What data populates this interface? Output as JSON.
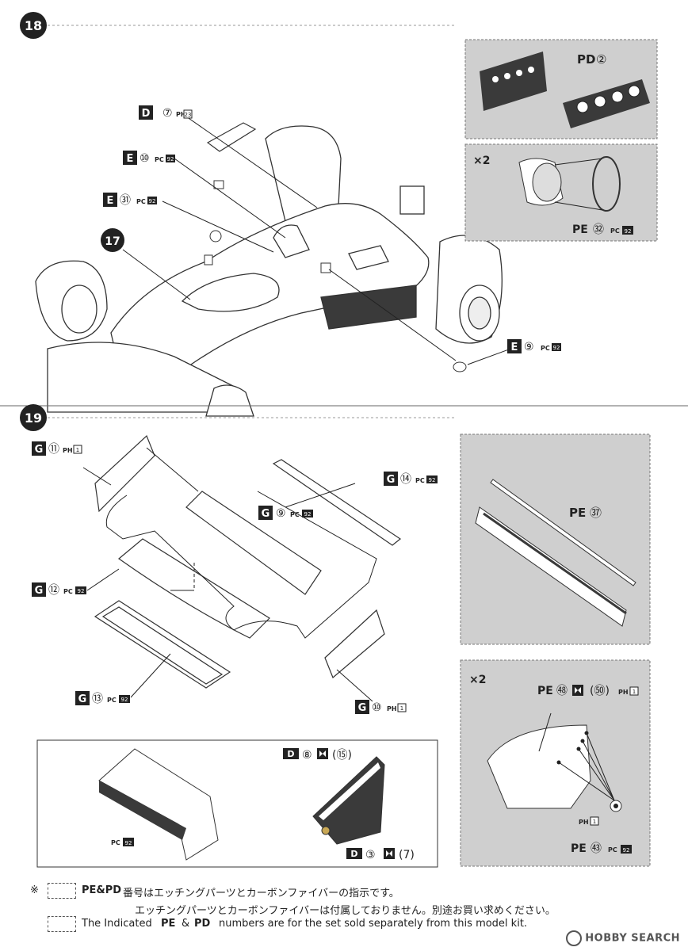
{
  "steps": [
    {
      "number": "18",
      "label_id": "step18"
    },
    {
      "number": "19",
      "label_id": "step19"
    }
  ],
  "step18": {
    "parts": {
      "d7": {
        "letter": "D",
        "num": "⑦",
        "tag": "PH",
        "box": "23"
      },
      "e10": {
        "letter": "E",
        "num": "⑩",
        "tag": "PC",
        "box": "92"
      },
      "e31": {
        "letter": "E",
        "num": "㉛",
        "tag": "PC",
        "box": "92"
      },
      "e9": {
        "letter": "E",
        "num": "⑨",
        "tag": "PC",
        "box": "92"
      },
      "sub17": "17"
    },
    "inset_top": {
      "part": "PD",
      "num": "②"
    },
    "inset_bottom": {
      "mult": "×2",
      "part": "PE",
      "num": "㉜",
      "tag": "PC",
      "box": "92"
    }
  },
  "step19": {
    "parts": {
      "g11": {
        "letter": "G",
        "num": "⑪",
        "tag": "PH",
        "box": "1"
      },
      "g14": {
        "letter": "G",
        "num": "⑭",
        "tag": "PC",
        "box": "92"
      },
      "g9": {
        "letter": "G",
        "num": "⑨",
        "tag": "PC",
        "box": "92"
      },
      "g12": {
        "letter": "G",
        "num": "⑫",
        "tag": "PC",
        "box": "92"
      },
      "g13": {
        "letter": "G",
        "num": "⑬",
        "tag": "PC",
        "box": "92"
      },
      "g10": {
        "letter": "G",
        "num": "⑩",
        "tag": "PH",
        "box": "1"
      }
    },
    "inset_top": {
      "part": "PE",
      "num": "㊲"
    },
    "inset_bottom": {
      "mult": "×2",
      "part1": "PE",
      "num1": "㊽",
      "paren1": "(㊿)",
      "tag1": "PH",
      "box1": "1",
      "ph_label": "PH",
      "ph_box": "1",
      "part2": "PE",
      "num2": "㊸",
      "tag2": "PC",
      "box2": "92"
    },
    "finished": {
      "pc_tag": "PC",
      "pc_box": "92",
      "d8": {
        "letter": "D",
        "num": "⑧",
        "paren": "(⑮)"
      },
      "d3": {
        "letter": "D",
        "num": "③",
        "paren": "(7)"
      }
    }
  },
  "footer": {
    "asterisk": "※",
    "line1_part": "PE&PD",
    "line1": "番号はエッチングパーツとカーボンファイバーの指示です。",
    "line2": "エッチングパーツとカーボンファイバーは付属しておりません。別途お買い求めください。",
    "line3_pre": "The Indicated",
    "line3_part1": "PE",
    "line3_amp": "&",
    "line3_part2": "PD",
    "line3_post": "numbers are for the set sold separately from this model kit."
  },
  "watermark": "HOBBY SEARCH",
  "colors": {
    "inset_bg": "#cfcfcf",
    "dark_part": "#3a3a3a",
    "line": "#333333"
  }
}
